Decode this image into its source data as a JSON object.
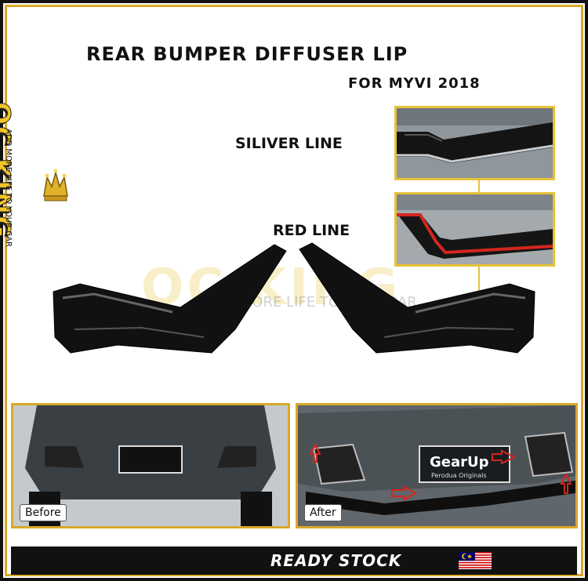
{
  "brand": {
    "name": "OC KING",
    "tagline": "ADD MORE LIFE TO YOUR CAR",
    "accent": "#f2c428"
  },
  "product": {
    "title": "REAR BUMPER DIFFUSER LIP",
    "subtitle": "FOR MYVI 2018"
  },
  "variants": [
    {
      "label": "SILIVER LINE",
      "icon": "silver-line-thumbnail",
      "line_color": "#c9ccd0"
    },
    {
      "label": "RED LINE",
      "icon": "red-line-thumbnail",
      "line_color": "#d4261e"
    }
  ],
  "watermark": {
    "text": "OC KING",
    "sub": "ADD MORE LIFE TO YOUR CAR"
  },
  "gallery": {
    "before_label": "Before",
    "after_label": "After",
    "plate_text": "GearUp",
    "plate_sub": "Perodua Originals"
  },
  "footer": {
    "status": "READY STOCK",
    "flag": "malaysia-flag"
  },
  "colors": {
    "frame": "#111111",
    "gold": "#d9a72a",
    "red_arrow": "#d4261e"
  }
}
